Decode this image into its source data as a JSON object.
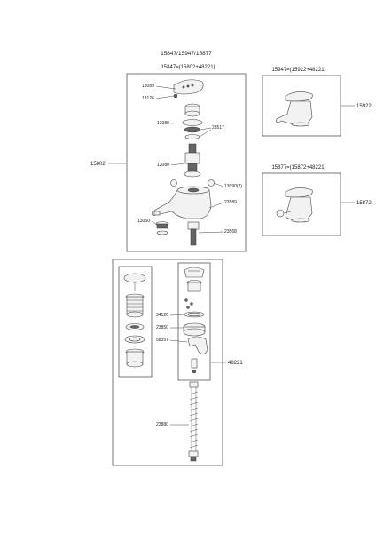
{
  "title": "15847/15947/15877",
  "main_box": {
    "header": "15847=(15802+48221)"
  },
  "side_box_1": {
    "header": "15947=(15922+48221)",
    "callout": "15922"
  },
  "side_box_2": {
    "header": "15877=(15872+48221)",
    "callout": "15872"
  },
  "group_labels": {
    "mixer": "15802",
    "waste": "48221"
  },
  "parts_upper": {
    "p13089": "13089",
    "p13126": "13126",
    "p13088": "13088",
    "p23517": "23517",
    "p13080": "13080",
    "p13090": "13090(2)",
    "p23589": "23589",
    "p13050": "13050",
    "p23568": "23568"
  },
  "parts_lower": {
    "p34120": "34120",
    "p23850": "23850",
    "p58357": "58357",
    "p23880": "23880"
  }
}
